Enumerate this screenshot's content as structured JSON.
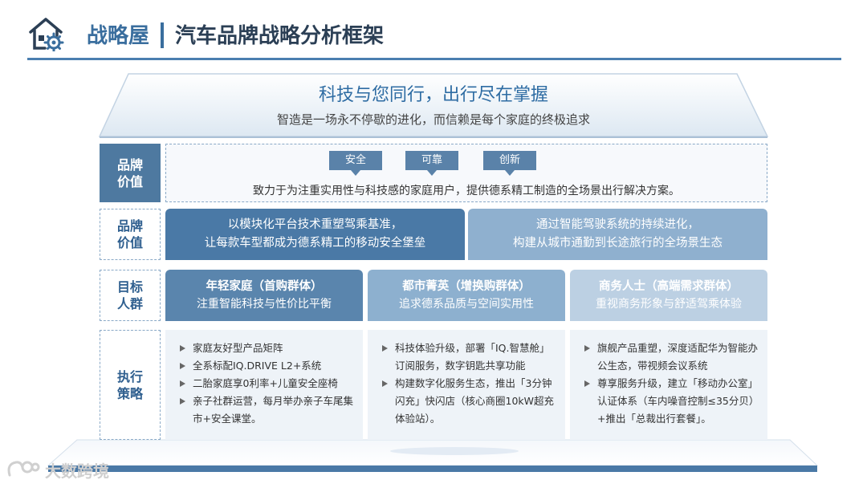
{
  "header": {
    "brand": "战略屋",
    "title": "汽车品牌战略分析框架"
  },
  "roof": {
    "title": "科技与您同行，出行尽在掌握",
    "subtitle": "智造是一场永不停歇的进化，而信赖是每个家庭的终极追求"
  },
  "rows": {
    "brand_value_1": {
      "label": "品牌价值",
      "tags": [
        "安全",
        "可靠",
        "创新"
      ],
      "description": "致力于为注重实用性与科技感的家庭用户，提供德系精工制造的全场景出行解决方案。"
    },
    "brand_value_2": {
      "label": "品牌价值",
      "left": [
        "以模块化平台技术重塑驾乘基准，",
        "让每款车型都成为德系精工的移动安全堡垒"
      ],
      "right": [
        "通过智能驾驶系统的持续进化，",
        "构建从城市通勤到长途旅行的全场景生态"
      ]
    },
    "target": {
      "label": "目标人群",
      "groups": [
        {
          "title": "年轻家庭（首购群体）",
          "subtitle": "注重智能科技与性价比平衡"
        },
        {
          "title": "都市菁英（增换购群体）",
          "subtitle": "追求德系品质与空间实用性"
        },
        {
          "title": "商务人士（高端需求群体）",
          "subtitle": "重视商务形象与舒适驾乘体验"
        }
      ]
    },
    "strategy": {
      "label": "执行策略",
      "columns": [
        [
          "家庭友好型产品矩阵",
          "全系标配IQ.DRIVE L2+系统",
          "二胎家庭享0利率+儿童安全座椅",
          "亲子社群运营，每月举办亲子车尾集市+安全课堂。"
        ],
        [
          "科技体验升级，部署「IQ.智慧舱」订阅服务，数字钥匙共享功能",
          "构建数字化服务生态，推出「3分钟闪充」快闪店（核心商圈10kW超充体验站）。"
        ],
        [
          "旗舰产品重塑，深度适配华为智能办公生态，带视频会议系统",
          "尊享服务升级，建立「移动办公室」认证体系（车内噪音控制≤35分贝）+推出「总裁出行套餐」。"
        ]
      ]
    }
  },
  "watermark": "大数跨境",
  "colors": {
    "primary": "#4a79a6",
    "dark": "#2b3f55",
    "accent": "#3a6e9e",
    "light_panel": "#eef3f8"
  }
}
